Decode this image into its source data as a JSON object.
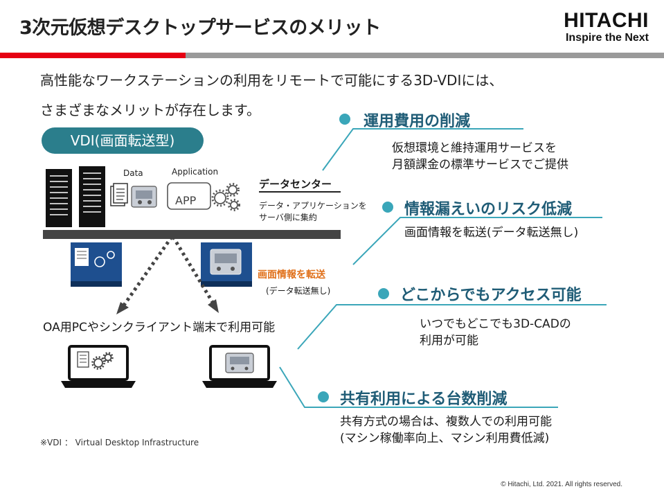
{
  "header": {
    "title": "3次元仮想デスクトップサービスのメリット",
    "brand_name": "HITACHI",
    "brand_tagline": "Inspire the Next"
  },
  "intro": {
    "line1": "高性能なワークステーションの利用をリモートで可能にする3D-VDIには、",
    "line2": "さまざまなメリットが存在します。"
  },
  "diagram": {
    "pill_label": "VDI(画面転送型)",
    "data_label": "Data",
    "application_label": "Application",
    "app_text": "APP",
    "datacenter_title": "データセンター",
    "datacenter_desc1": "データ・アプリケーションを",
    "datacenter_desc2": "サーバ側に集約",
    "transfer_label": "画面情報を転送",
    "transfer_sub": "(データ転送無し)",
    "client_label": "OA用PCやシンクライアント端末で利用可能"
  },
  "benefits": [
    {
      "title": "運用費用の削減",
      "desc1": "仮想環境と維持運用サービスを",
      "desc2": "月額課金の標準サービスでご提供"
    },
    {
      "title": "情報漏えいのリスク低減",
      "desc1": "画面情報を転送(データ転送無し)",
      "desc2": ""
    },
    {
      "title": "どこからでもアクセス可能",
      "desc1": "いつでもどこでも3D-CADの",
      "desc2": "利用が可能"
    },
    {
      "title": "共有利用による台数削減",
      "desc1": "共有方式の場合は、複数人での利用可能",
      "desc2": "(マシン稼働率向上、マシン利用費低減)"
    }
  ],
  "footnote": "※VDI ： Virtual Desktop Infrastructure",
  "copyright": "© Hitachi, Ltd. 2021. All rights reserved.",
  "colors": {
    "accent": "#3aa6b9",
    "brand_red": "#e60012",
    "pill": "#2b7e8c",
    "transfer": "#e0701a",
    "benefit_title": "#1f5c76"
  }
}
